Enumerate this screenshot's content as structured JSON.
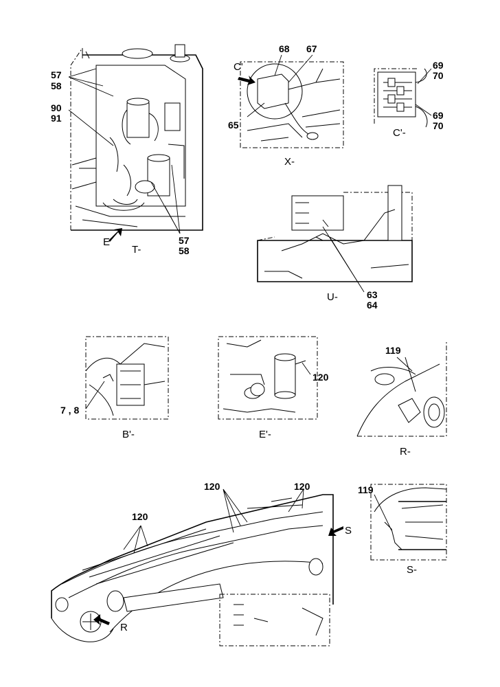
{
  "labels": {
    "p57a": "57",
    "p58a": "58",
    "p90": "90",
    "p91": "91",
    "p57b": "57",
    "p58b": "58",
    "p68": "68",
    "p67": "67",
    "p65": "65",
    "p69a": "69",
    "p70a": "70",
    "p69b": "69",
    "p70b": "70",
    "p63": "63",
    "p64": "64",
    "p7_8": "7 , 8",
    "p120_e": "120",
    "p119_r": "119",
    "p120_a": "120",
    "p120_b": "120",
    "p120_c": "120",
    "p119_s": "119"
  },
  "views": {
    "t": "T-",
    "x": "X-",
    "c": "C'-",
    "u": "U-",
    "b": "B'-",
    "e": "E'-",
    "r": "R-",
    "s": "S-"
  },
  "arrows": {
    "e_prime": "E'",
    "c_prime": "C'",
    "r": "R",
    "s": "S"
  }
}
